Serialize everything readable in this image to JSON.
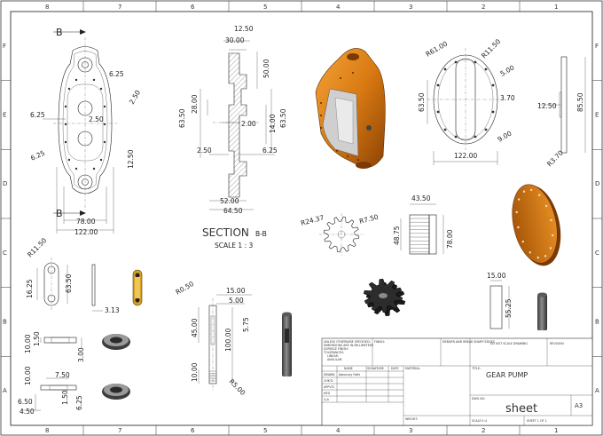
{
  "border": {
    "top_zones": [
      "8",
      "7",
      "6",
      "5",
      "4",
      "3",
      "2",
      "1"
    ],
    "bottom_zones": [
      "8",
      "7",
      "6",
      "5",
      "4",
      "3",
      "2",
      "1"
    ],
    "left_rows": [
      "F",
      "E",
      "D",
      "C",
      "B",
      "A"
    ],
    "right_rows": [
      "F",
      "E",
      "D",
      "C",
      "B",
      "A"
    ]
  },
  "section": {
    "title": "SECTION",
    "suffix": "B-B",
    "scale": "SCALE 1 : 3",
    "cut_label_top": "B",
    "cut_label_bottom": "B"
  },
  "dims": {
    "body_top": "6.25",
    "body_r": "2.50",
    "body_left": "6.25",
    "body_center": "2.50",
    "body_left2": "6.25",
    "body_hole": "12.50",
    "body_w1": "78.00",
    "body_w2": "122.00",
    "sec_top": "12.50",
    "sec_30": "30.00",
    "sec_d50": "50.00",
    "sec_d28": "28.00",
    "sec_6350": "63.50",
    "sec_200": "2.00",
    "sec_d14": "14.00",
    "sec_6350b": "63.50",
    "sec_250": "2.50",
    "sec_625": "6.25",
    "sec_52": "52.00",
    "sec_645": "64.50",
    "cov_r61": "R61.00",
    "cov_r1150": "R11.50",
    "cov_d5": "5.00",
    "cov_6350": "63.50",
    "cov_370": "3.70",
    "cov_d9": "9.00",
    "cov_122": "122.00",
    "side_1250": "12.50",
    "side_8550": "85.50",
    "side_r370": "R3.70",
    "gear_r2437": "R24.37",
    "gear_r750": "R7.50",
    "gear_4350": "43.50",
    "gear_4875": "48.75",
    "gear_78": "78.00",
    "link_r1150": "R11.50",
    "link_1625": "16.25",
    "link_6350": "63.50",
    "link_313": "3.13",
    "shaft_r050": "R0.50",
    "shaft_d15": "15.00",
    "shaft_5": "5.00",
    "shaft_45": "45.00",
    "shaft_575": "5.75",
    "shaft_100": "100.00",
    "shaft_10": "10.00",
    "shaft_r5": "R5.00",
    "pin_d15": "15.00",
    "pin_5525": "55.25",
    "wash_150": "1.50",
    "wash_1000": "10.00",
    "wash_300": "3.00",
    "wash2_750": "7.50",
    "wash2_1000": "10.00",
    "wash2_650": "6.50",
    "wash2_150": "1.50",
    "wash2_625": "6.25",
    "wash2_450": "4.50"
  },
  "title_block": {
    "notes": [
      "UNLESS OTHERWISE SPECIFIED:",
      "DIMENSIONS ARE IN MILLIMETERS",
      "SURFACE FINISH:",
      "TOLERANCES:",
      "LINEAR:",
      "ANGULAR:"
    ],
    "finish": "FINISH:",
    "deburr": "DEBURR AND BREAK SHARP EDGES",
    "no_scale": "DO NOT SCALE DRAWING",
    "revision": "REVISION",
    "col_name": "NAME",
    "col_signature": "SIGNATURE",
    "col_date": "DATE",
    "rows": [
      "DRAWN",
      "CHK'D",
      "APPV'D",
      "MFG",
      "Q.A"
    ],
    "drawn_by": "Jabunnay Fathi",
    "material": "MATERIAL:",
    "weight": "WEIGHT:",
    "title_label": "TITLE:",
    "title": "GEAR PUMP",
    "dwg_no_label": "DWG NO.",
    "dwg_no": "sheet",
    "size": "A3",
    "scale": "SCALE:1:4",
    "sheet": "SHEET 1 OF 1"
  }
}
